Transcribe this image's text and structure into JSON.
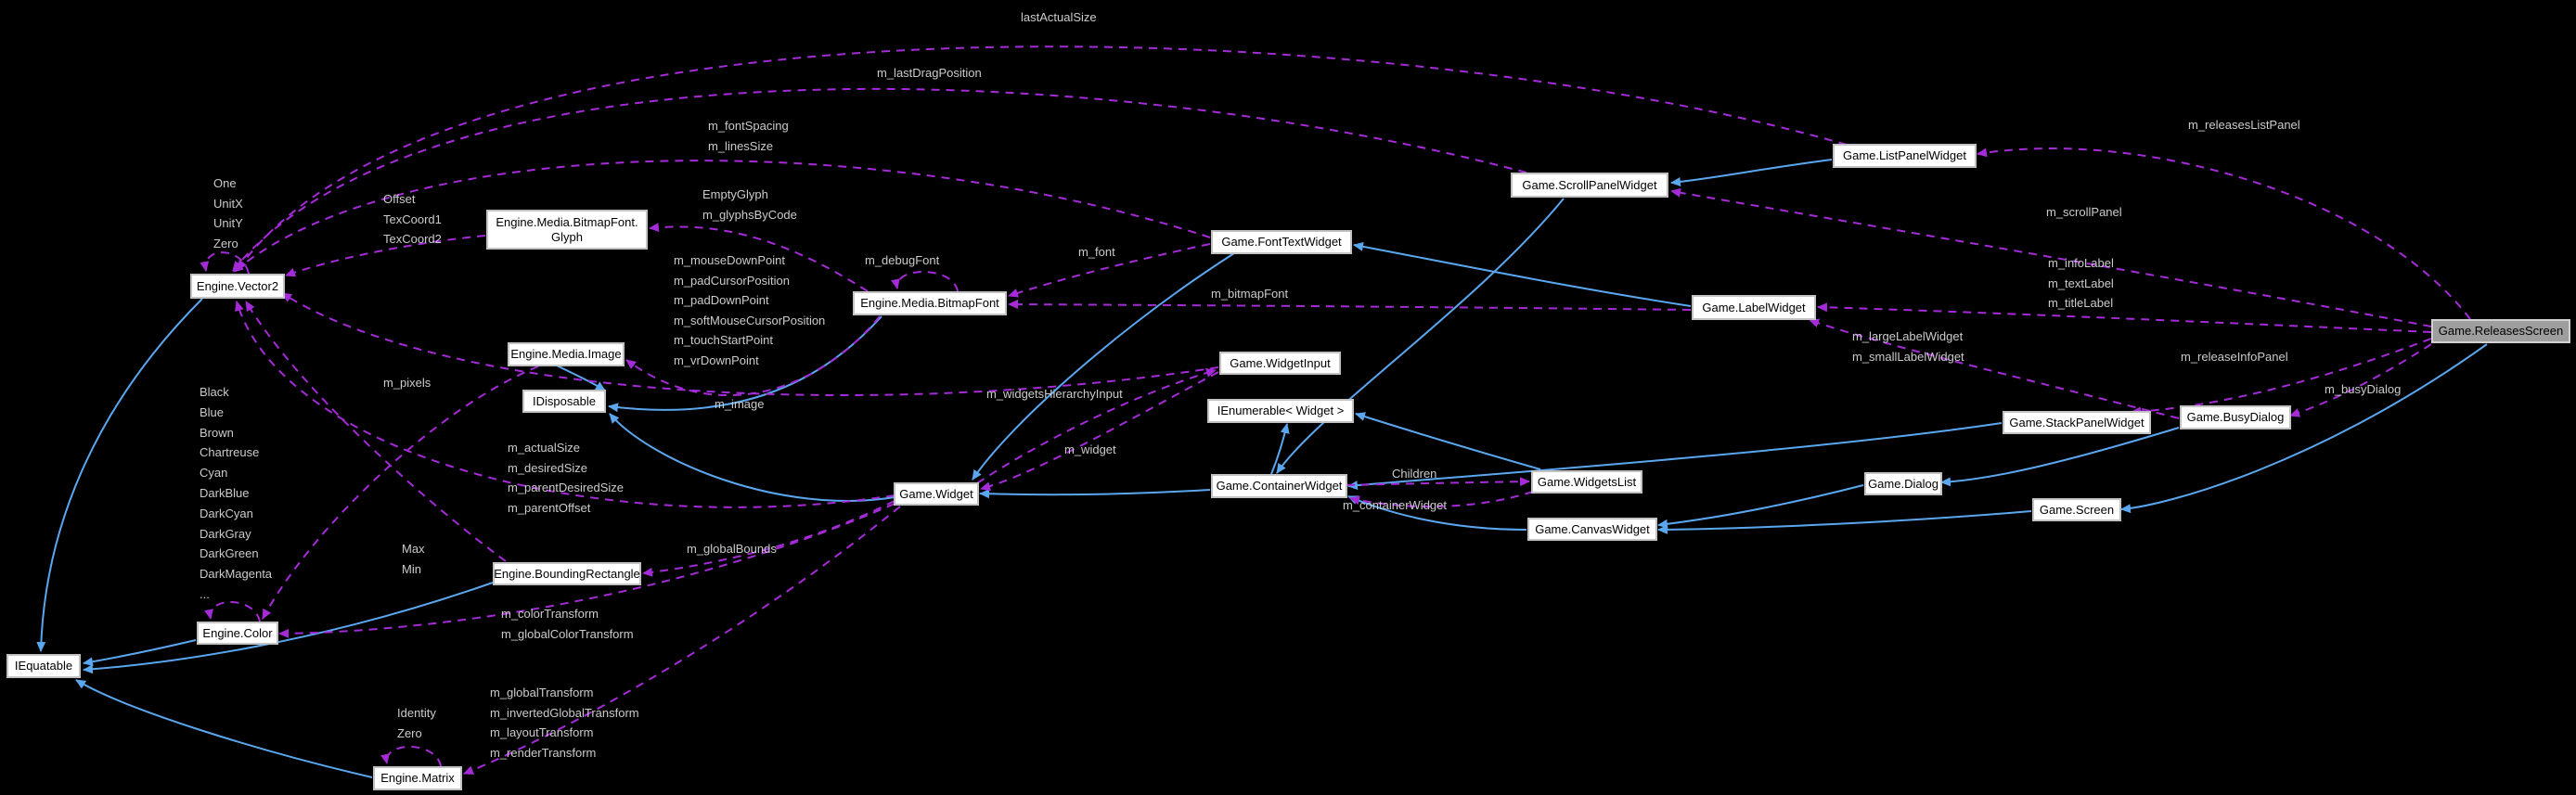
{
  "diagram_type": "class-collaboration-graph",
  "colors": {
    "background": "#000000",
    "node_fill": "#ffffff",
    "node_border": "#c2c2c2",
    "node_text": "#000000",
    "highlighted_node_fill": "#9e9e9e",
    "inheritance_edge": "#5aa7f0",
    "usage_edge": "#a52ad8",
    "edge_label_text": "#cbcbcb"
  },
  "nodes": {
    "vector2": {
      "label": "Engine.Vector2"
    },
    "glyph": {
      "lines": [
        "Engine.Media.BitmapFont.",
        "Glyph"
      ]
    },
    "bitmapfont": {
      "label": "Engine.Media.BitmapFont"
    },
    "image": {
      "label": "Engine.Media.Image"
    },
    "idisposable": {
      "label": "IDisposable"
    },
    "widget": {
      "label": "Game.Widget"
    },
    "boundingrect": {
      "label": "Engine.BoundingRectangle"
    },
    "color": {
      "label": "Engine.Color"
    },
    "iequatable": {
      "label": "IEquatable"
    },
    "matrix": {
      "label": "Engine.Matrix"
    },
    "fonttext": {
      "label": "Game.FontTextWidget"
    },
    "widgetinput": {
      "label": "Game.WidgetInput"
    },
    "ienumerable": {
      "label": "IEnumerable< Widget >"
    },
    "container": {
      "label": "Game.ContainerWidget"
    },
    "widgetslist": {
      "label": "Game.WidgetsList"
    },
    "canvas": {
      "label": "Game.CanvasWidget"
    },
    "scrollpanel": {
      "label": "Game.ScrollPanelWidget"
    },
    "listpanel": {
      "label": "Game.ListPanelWidget"
    },
    "labelwidget": {
      "label": "Game.LabelWidget"
    },
    "stackpanel": {
      "label": "Game.StackPanelWidget"
    },
    "busydialog": {
      "label": "Game.BusyDialog"
    },
    "dialog": {
      "label": "Game.Dialog"
    },
    "screen": {
      "label": "Game.Screen"
    },
    "releases": {
      "label": "Game.ReleasesScreen"
    }
  },
  "edge_labels": {
    "last_actual_size": "lastActualSize",
    "m_last_drag_position": "m_lastDragPosition",
    "fonttext_to_vector2": [
      "m_fontSpacing",
      "m_linesSize"
    ],
    "bitmapfont_to_glyph": [
      "EmptyGlyph",
      "m_glyphsByCode"
    ],
    "glyph_to_vector2": [
      "Offset",
      "TexCoord1",
      "TexCoord2"
    ],
    "vector2_statics": [
      "One",
      "UnitX",
      "UnitY",
      "Zero"
    ],
    "widgetinput_to_vector2": [
      "m_mouseDownPoint",
      "m_padCursorPosition",
      "m_padDownPoint",
      "m_softMouseCursorPosition",
      "m_touchStartPoint",
      "m_vrDownPoint"
    ],
    "m_debug_font": "m_debugFont",
    "m_font": "m_font",
    "m_bitmap_font": "m_bitmapFont",
    "m_image": "m_image",
    "m_pixels": "m_pixels",
    "widget_to_vector2": [
      "m_actualSize",
      "m_desiredSize",
      "m_parentDesiredSize",
      "m_parentOffset"
    ],
    "m_global_bounds": "m_globalBounds",
    "rect_to_vector2": [
      "Max",
      "Min"
    ],
    "widget_to_color": [
      "m_colorTransform",
      "m_globalColorTransform"
    ],
    "widget_to_matrix": [
      "m_globalTransform",
      "m_invertedGlobalTransform",
      "m_layoutTransform",
      "m_renderTransform"
    ],
    "matrix_statics": [
      "Identity",
      "Zero"
    ],
    "color_statics": [
      "Black",
      "Blue",
      "Brown",
      "Chartreuse",
      "Cyan",
      "DarkBlue",
      "DarkCyan",
      "DarkGray",
      "DarkGreen",
      "DarkMagenta",
      "..."
    ],
    "m_widget": "m_widget",
    "m_widgets_hierarchy_input": "m_widgetsHierarchyInput",
    "children": "Children",
    "m_container_widget": "m_containerWidget",
    "m_releases_list_panel": "m_releasesListPanel",
    "m_scroll_panel": "m_scrollPanel",
    "releases_to_labelwidget": [
      "m_infoLabel",
      "m_textLabel",
      "m_titleLabel"
    ],
    "busydialog_to_labelwidget": [
      "m_largeLabelWidget",
      "m_smallLabelWidget"
    ],
    "m_release_info_panel": "m_releaseInfoPanel",
    "m_busy_dialog": "m_busyDialog"
  }
}
